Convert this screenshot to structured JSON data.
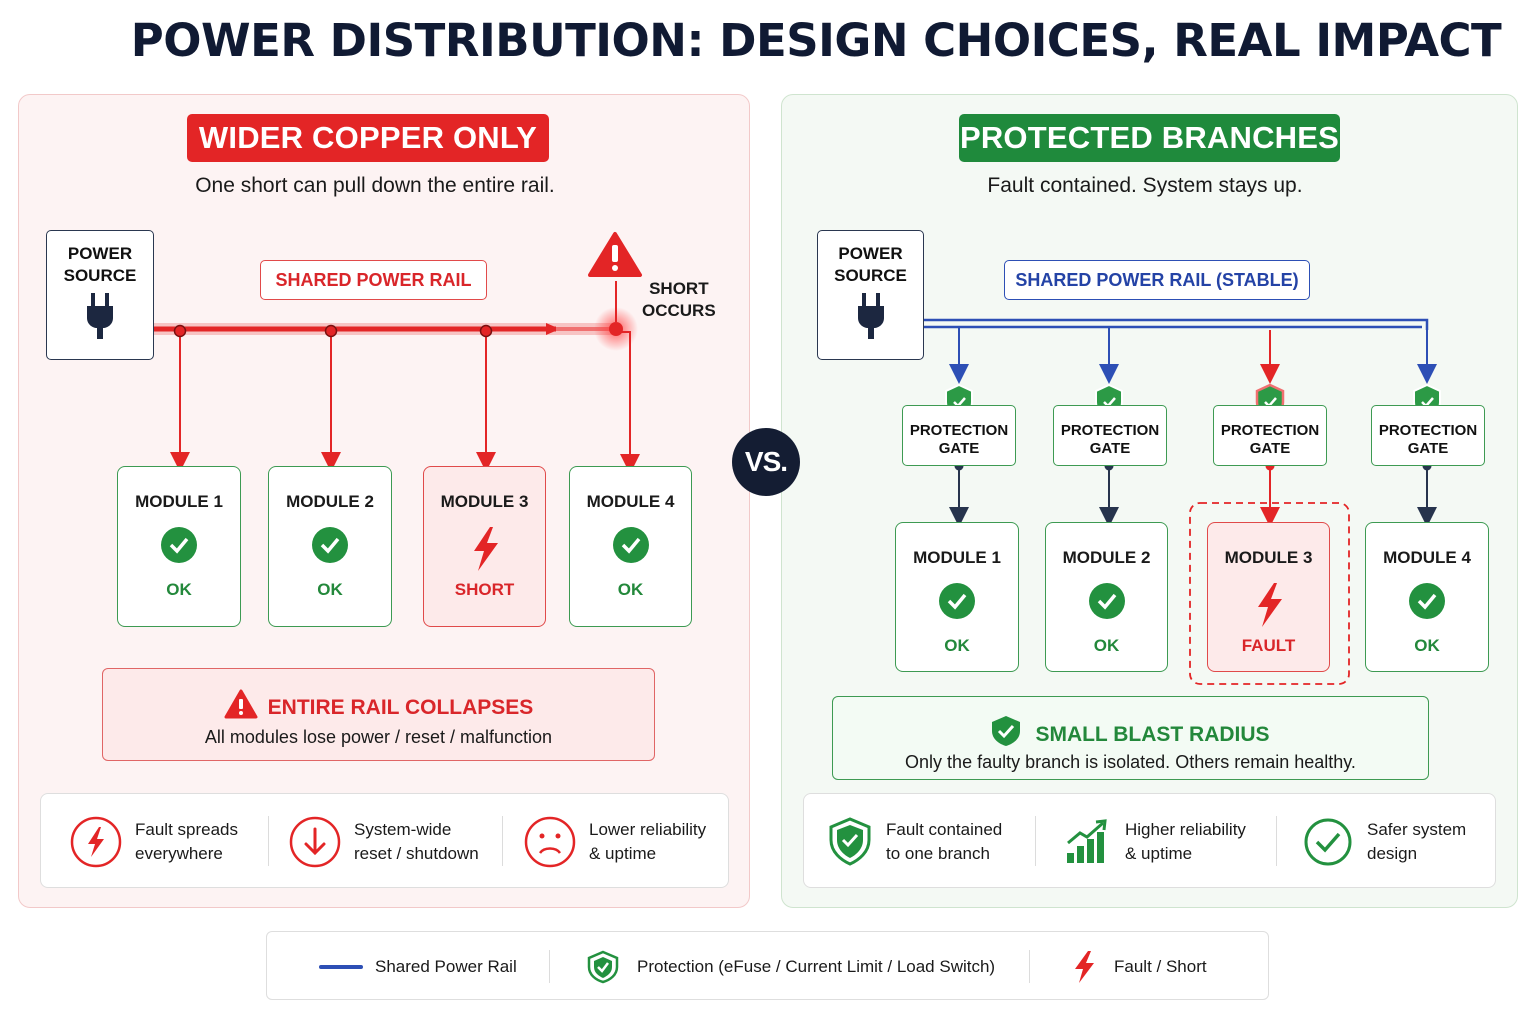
{
  "title": "POWER DISTRIBUTION: DESIGN CHOICES, REAL IMPACT",
  "vs": "VS.",
  "left": {
    "banner": "WIDER COPPER ONLY",
    "subtitle": "One short can pull down the entire rail.",
    "source": {
      "line1": "POWER",
      "line2": "SOURCE"
    },
    "rail_label": "SHARED POWER RAIL",
    "short_label": {
      "line1": "SHORT",
      "line2": "OCCURS"
    },
    "modules": [
      {
        "name": "MODULE 1",
        "status": "OK"
      },
      {
        "name": "MODULE 2",
        "status": "OK"
      },
      {
        "name": "MODULE 3",
        "status": "SHORT"
      },
      {
        "name": "MODULE 4",
        "status": "OK"
      }
    ],
    "collapse": {
      "title": "ENTIRE RAIL COLLAPSES",
      "text": "All modules lose power / reset / malfunction"
    },
    "features": [
      {
        "icon": "lightning-circle-icon",
        "line1": "Fault spreads",
        "line2": "everywhere"
      },
      {
        "icon": "down-arrow-circle-icon",
        "line1": "System-wide",
        "line2": "reset / shutdown"
      },
      {
        "icon": "sad-face-icon",
        "line1": "Lower reliability",
        "line2": "& uptime"
      }
    ],
    "colors": {
      "accent": "#e32526",
      "panel": "#fdf3f3"
    }
  },
  "right": {
    "banner": "PROTECTED BRANCHES",
    "subtitle": "Fault contained. System stays up.",
    "source": {
      "line1": "POWER",
      "line2": "SOURCE"
    },
    "rail_label": "SHARED POWER RAIL (STABLE)",
    "gate": {
      "line1": "PROTECTION",
      "line2": "GATE"
    },
    "modules": [
      {
        "name": "MODULE 1",
        "status": "OK"
      },
      {
        "name": "MODULE 2",
        "status": "OK"
      },
      {
        "name": "MODULE 3",
        "status": "FAULT"
      },
      {
        "name": "MODULE 4",
        "status": "OK"
      }
    ],
    "blast": {
      "title": "SMALL BLAST RADIUS",
      "text": "Only the faulty branch is isolated. Others remain healthy."
    },
    "features": [
      {
        "icon": "shield-check-icon",
        "line1": "Fault contained",
        "line2": "to one branch"
      },
      {
        "icon": "bar-chart-up-icon",
        "line1": "Higher reliability",
        "line2": "& uptime"
      },
      {
        "icon": "check-circle-icon",
        "line1": "Safer system",
        "line2": "design"
      }
    ],
    "colors": {
      "accent": "#1f8a3c",
      "panel": "#f4f9f4",
      "rail": "#2d4fb5"
    }
  },
  "legend": [
    {
      "icon": "blue-line-icon",
      "label": "Shared Power Rail"
    },
    {
      "icon": "shield-check-icon",
      "label": "Protection (eFuse / Current Limit / Load Switch)"
    },
    {
      "icon": "lightning-icon",
      "label": "Fault / Short"
    }
  ]
}
